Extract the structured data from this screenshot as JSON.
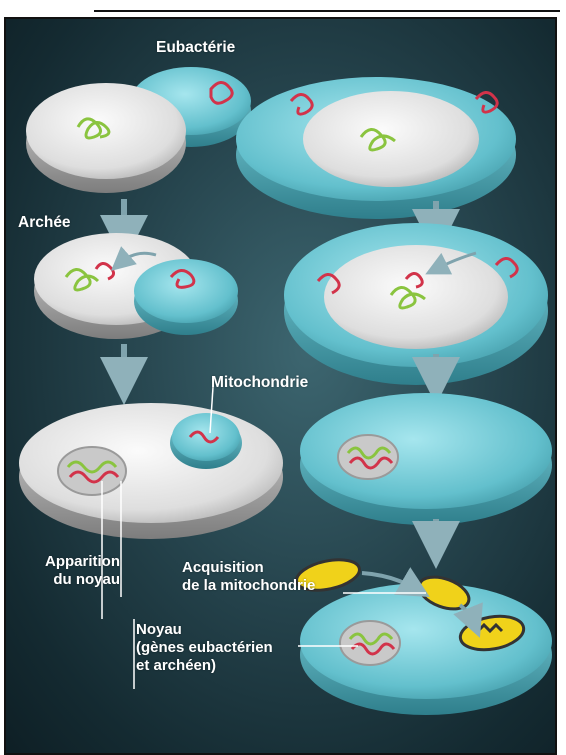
{
  "labels": {
    "eubacteria": "Eubactérie",
    "archaea": "Archée",
    "mitochondria": "Mitochondrie",
    "nucleus_appearance_line1": "Apparition",
    "nucleus_appearance_line2": "du noyau",
    "mito_acquisition_line1": "Acquisition",
    "mito_acquisition_line2": "de la mitochondrie",
    "nucleus_line1": "Noyau",
    "nucleus_line2": "(gènes eubactérien",
    "nucleus_line3": "et archéen)"
  },
  "colors": {
    "background": "#1f3a42",
    "archaea_cell": "#e6e6e6",
    "eubacteria_cell": "#6ecbd6",
    "archaeal_dna": "#8ac43f",
    "eubacterial_dna": "#d2334a",
    "mitochondrion_outer": "#f0d21a",
    "arrow": "#7fa3ad"
  }
}
